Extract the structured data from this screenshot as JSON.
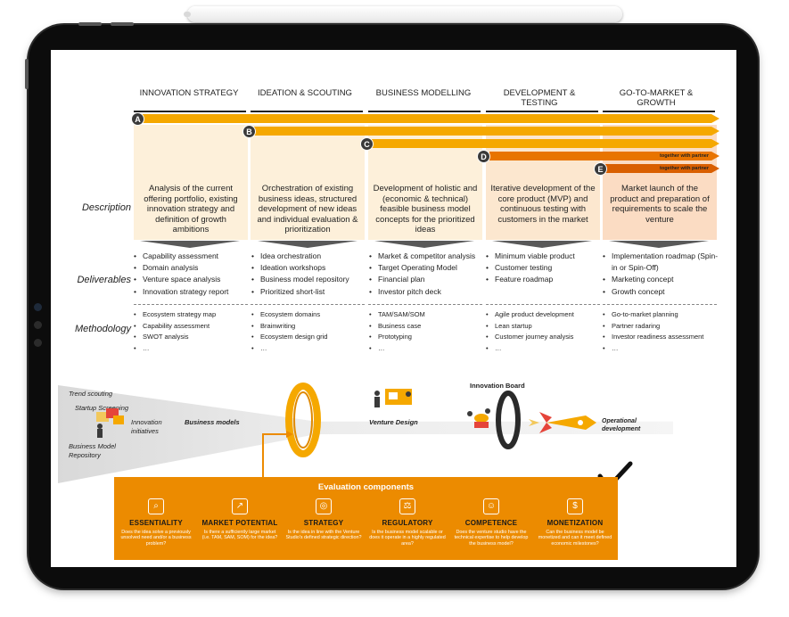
{
  "phases": [
    {
      "title": "INNOVATION STRATEGY"
    },
    {
      "title": "IDEATION & SCOUTING"
    },
    {
      "title": "BUSINESS MODELLING"
    },
    {
      "title": "DEVELOPMENT & TESTING"
    },
    {
      "title": "GO-TO-MARKET & GROWTH"
    }
  ],
  "tracks": [
    {
      "letter": "A",
      "color": "#f5a800"
    },
    {
      "letter": "B",
      "color": "#f5a800"
    },
    {
      "letter": "C",
      "color": "#f5a800"
    },
    {
      "letter": "D",
      "color": "#e87400",
      "partner": "together with partner"
    },
    {
      "letter": "E",
      "color": "#d95f00",
      "partner": "together with partner"
    }
  ],
  "rows": {
    "description": "Description",
    "deliverables": "Deliverables",
    "methodology": "Methodology"
  },
  "descriptions": [
    "Analysis of the current offering portfolio, existing innovation strategy and definition of growth ambitions",
    "Orchestration of existing business ideas, structured development of new ideas and individual evaluation & prioritization",
    "Development of holistic and (economic & technical) feasible business model concepts for the prioritized ideas",
    "Iterative development of the core product (MVP) and continuous testing with customers in the market",
    "Market launch of the product and preparation of requirements to scale the venture"
  ],
  "deliverables": [
    [
      "Capability assessment",
      "Domain analysis",
      "Venture space analysis",
      "Innovation strategy report"
    ],
    [
      "Idea orchestration",
      "Ideation workshops",
      "Business model repository",
      "Prioritized short-list"
    ],
    [
      "Market & competitor analysis",
      "Target Operating Model",
      "Financial plan",
      "Investor pitch deck"
    ],
    [
      "Minimum viable product",
      "Customer testing",
      "Feature roadmap"
    ],
    [
      "Implementation roadmap (Spin-in or Spin-Off)",
      "Marketing concept",
      "Growth concept"
    ]
  ],
  "methodology": [
    [
      "Ecosystem strategy map",
      "Capability assessment",
      "SWOT analysis",
      "…"
    ],
    [
      "Ecosystem domains",
      "Brainwriting",
      "Ecosystem design grid",
      "…"
    ],
    [
      "TAM/SAM/SOM",
      "Business case",
      "Prototyping",
      "…"
    ],
    [
      "Agile product development",
      "Lean startup",
      "Customer journey analysis",
      "…"
    ],
    [
      "Go-to-market planning",
      "Partner radaring",
      "Investor readiness assessment",
      "…"
    ]
  ],
  "funnel": {
    "trend": "Trend scouting",
    "startup": "Startup Screening",
    "innovation": "Innovation initiatives",
    "repository": "Business Model Repository",
    "business_models": "Business models",
    "venture_design": "Venture Design",
    "innovation_board": "Innovation Board",
    "operational": "Operational development"
  },
  "evaluation": {
    "title": "Evaluation components",
    "components": [
      {
        "name": "ESSENTIALITY",
        "icon": "magnifier-icon",
        "question": "Does the idea solve a previously unsolved need and/or a business problem?"
      },
      {
        "name": "MARKET POTENTIAL",
        "icon": "growth-chart-icon",
        "question": "Is there a sufficiently large market (i.e. TAM, SAM, SOM) for the idea?"
      },
      {
        "name": "STRATEGY",
        "icon": "target-icon",
        "question": "Is the idea in line with the Venture Studio's defined strategic direction?"
      },
      {
        "name": "REGULATORY",
        "icon": "scales-icon",
        "question": "Is the business model scalable or does it operate in a highly regulated area?"
      },
      {
        "name": "COMPETENCE",
        "icon": "team-icon",
        "question": "Does the venture studio have the technical expertise to help develop the business model?"
      },
      {
        "name": "MONETIZATION",
        "icon": "money-icon",
        "question": "Can the business model be monetized and can it meet defined economic milestones?"
      }
    ]
  },
  "colors": {
    "accent": "#ec8b00",
    "desc_light": "#fdf1dc",
    "desc_dark": "#fbd9b8"
  }
}
